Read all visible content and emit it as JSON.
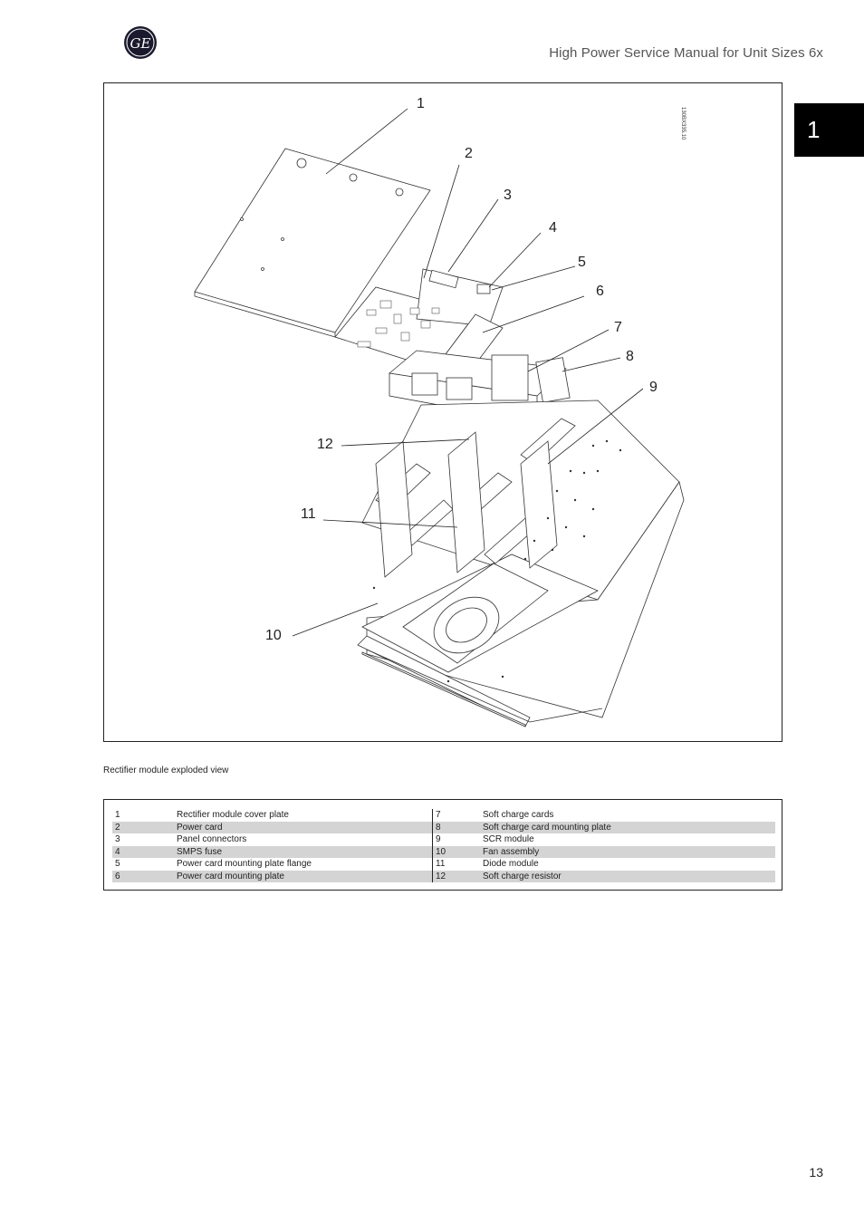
{
  "header": {
    "title": "High Power Service Manual for Unit Sizes 6x",
    "logo_text": "GE"
  },
  "chapter_tab": "1",
  "figure": {
    "code": "130BX335.10",
    "callouts": [
      "1",
      "2",
      "3",
      "4",
      "5",
      "6",
      "7",
      "8",
      "9",
      "10",
      "11",
      "12"
    ],
    "caption": "Rectifier module exploded view"
  },
  "legend": {
    "left": [
      {
        "num": "1",
        "text": "Rectifier module cover plate"
      },
      {
        "num": "2",
        "text": "Power card"
      },
      {
        "num": "3",
        "text": "Panel connectors"
      },
      {
        "num": "4",
        "text": "SMPS fuse"
      },
      {
        "num": "5",
        "text": "Power card mounting plate flange"
      },
      {
        "num": "6",
        "text": "Power card mounting plate"
      }
    ],
    "right": [
      {
        "num": "7",
        "text": "Soft charge cards"
      },
      {
        "num": "8",
        "text": "Soft charge card mounting plate"
      },
      {
        "num": "9",
        "text": "SCR module"
      },
      {
        "num": "10",
        "text": "Fan assembly"
      },
      {
        "num": "11",
        "text": "Diode module"
      },
      {
        "num": "12",
        "text": "Soft charge resistor"
      }
    ]
  },
  "page_number": "13"
}
